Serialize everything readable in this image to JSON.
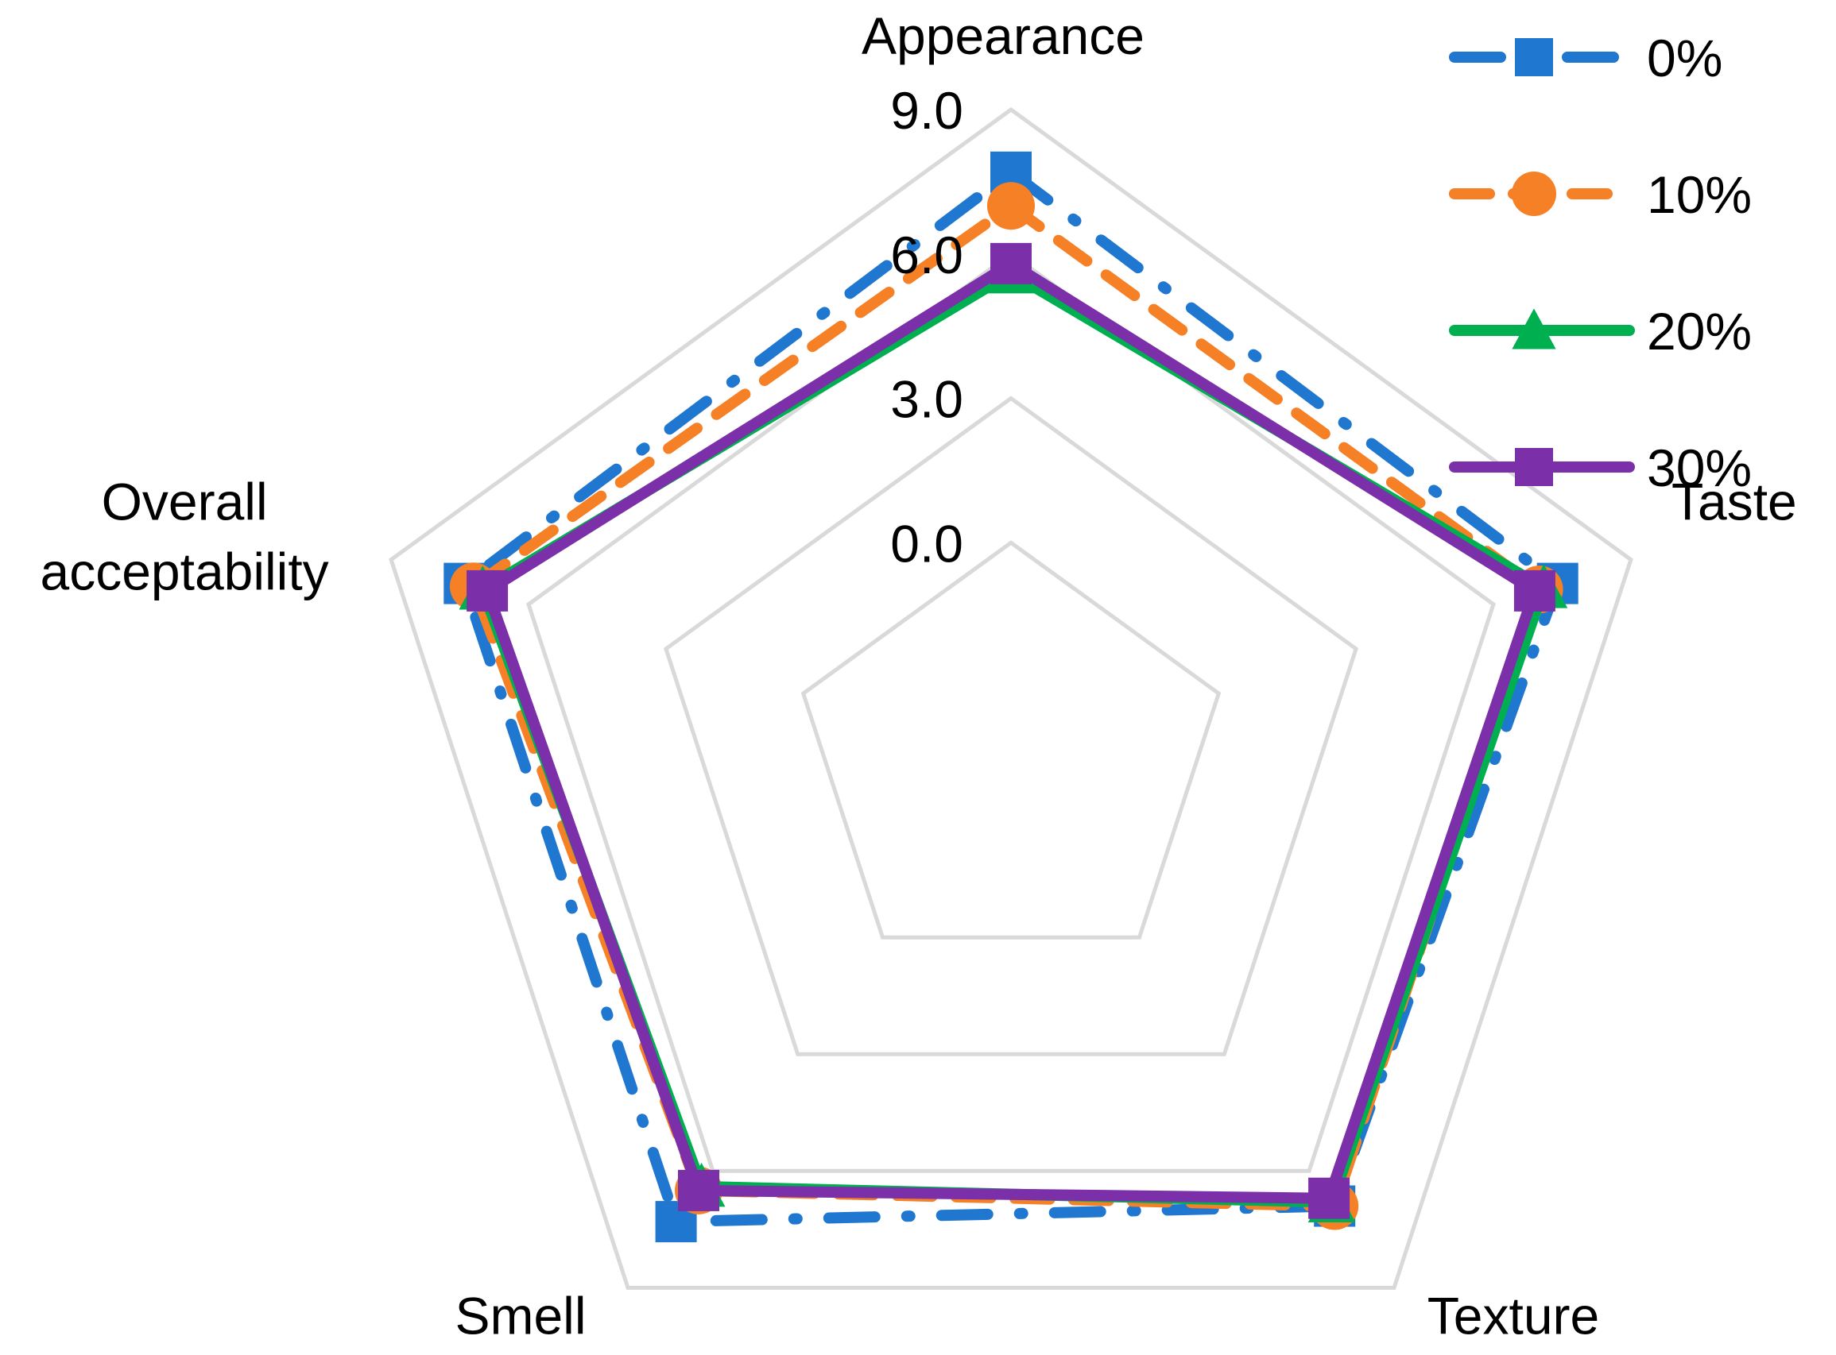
{
  "chart_data": {
    "type": "radar",
    "axes": [
      "Appearance",
      "Taste",
      "Texture",
      "Smell",
      "Overall\nacceptability"
    ],
    "rlim": [
      0,
      9
    ],
    "ticks": [
      "0.0",
      "3.0",
      "6.0",
      "9.0"
    ],
    "tick_values": [
      0,
      3,
      6,
      9
    ],
    "grid": true,
    "legend_position": "top-right",
    "series": [
      {
        "name": "0%",
        "values": [
          7.7,
          7.4,
          6.9,
          7.3,
          7.4
        ],
        "color": "#1f77d0",
        "dash": "dashdot",
        "marker": "square"
      },
      {
        "name": "10%",
        "values": [
          7.0,
          7.0,
          6.9,
          6.5,
          7.2
        ],
        "color": "#f58025",
        "dash": "dashed",
        "marker": "circle"
      },
      {
        "name": "20%",
        "values": [
          5.6,
          7.1,
          6.8,
          6.4,
          7.0
        ],
        "color": "#00b050",
        "dash": "solid",
        "marker": "triangle"
      },
      {
        "name": "30%",
        "values": [
          5.8,
          6.9,
          6.7,
          6.5,
          6.9
        ],
        "color": "#7b2fa8",
        "dash": "solid",
        "marker": "square"
      }
    ]
  }
}
